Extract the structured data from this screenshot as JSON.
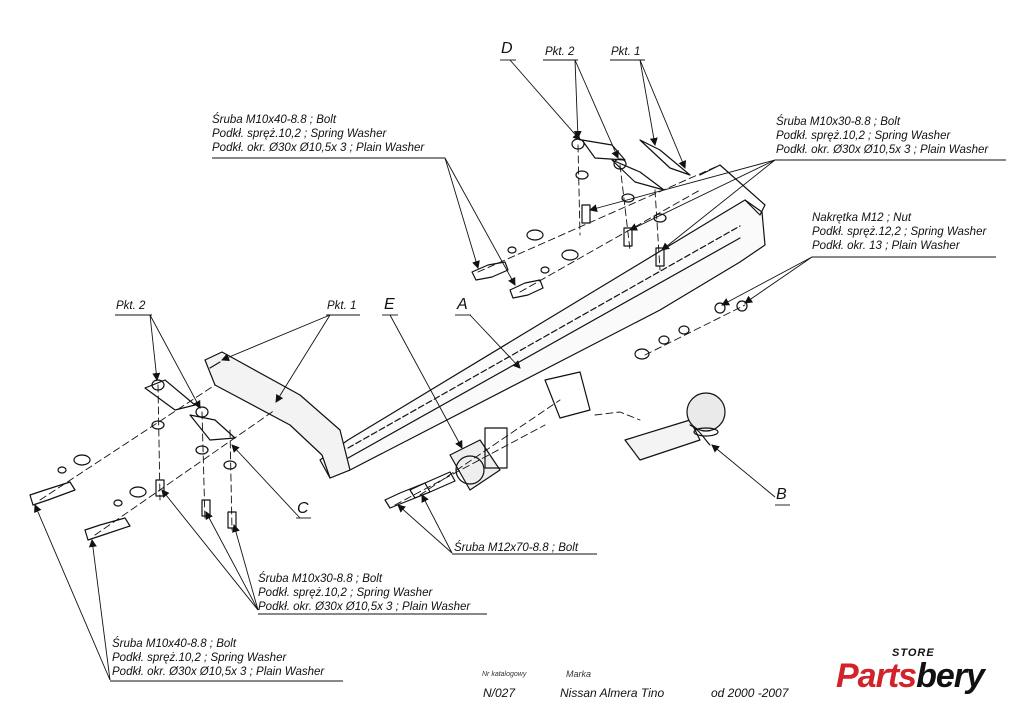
{
  "callouts": {
    "top_left_bolt": [
      "Śruba M10x40-8.8 ;  Bolt",
      "Podkł. spręż.10,2 ; Spring Washer",
      "Podkł. okr.  Ø30x Ø10,5x 3 ; Plain Washer"
    ],
    "top_right_bolt": [
      "Śruba M10x30-8.8 ;  Bolt",
      "Podkł. spręż.10,2 ; Spring Washer",
      "Podkł. okr.  Ø30x Ø10,5x 3 ; Plain Washer"
    ],
    "nut": [
      "Nakrętka  M12 ; Nut",
      "Podkł. spręż.12,2 ; Spring Washer",
      "Podkł. okr. 13 ; Plain Washer"
    ],
    "mid_bolt": [
      "Śruba M10x30-8.8 ;  Bolt",
      "Podkł. spręż.10,2 ; Spring Washer",
      "Podkł. okr.  Ø30x Ø10,5x 3 ; Plain Washer"
    ],
    "bottom_left_bolt": [
      "Śruba M10x40-8.8 ;  Bolt",
      "Podkł. spręż.10,2 ; Spring Washer",
      "Podkł. okr.  Ø30x Ø10,5x 3 ; Plain Washer"
    ],
    "m12_bolt": "Śruba M12x70-8.8  ;  Bolt"
  },
  "points": {
    "top_pkt2": "Pkt. 2",
    "top_pkt1": "Pkt. 1",
    "left_pkt2": "Pkt. 2",
    "left_pkt1": "Pkt. 1"
  },
  "letters": {
    "A": "A",
    "B": "B",
    "C": "C",
    "D": "D",
    "E": "E"
  },
  "info": {
    "catalog_label": "Nr katalogowy",
    "brand_label": "Marka",
    "catalog_no": "N/027",
    "model": "Nissan Almera Tino",
    "years": "od 2000 -2007"
  },
  "brand": {
    "store": "STORE",
    "name_part1": "Parts",
    "name_part2": "bery",
    "accent": "#d2232a"
  }
}
